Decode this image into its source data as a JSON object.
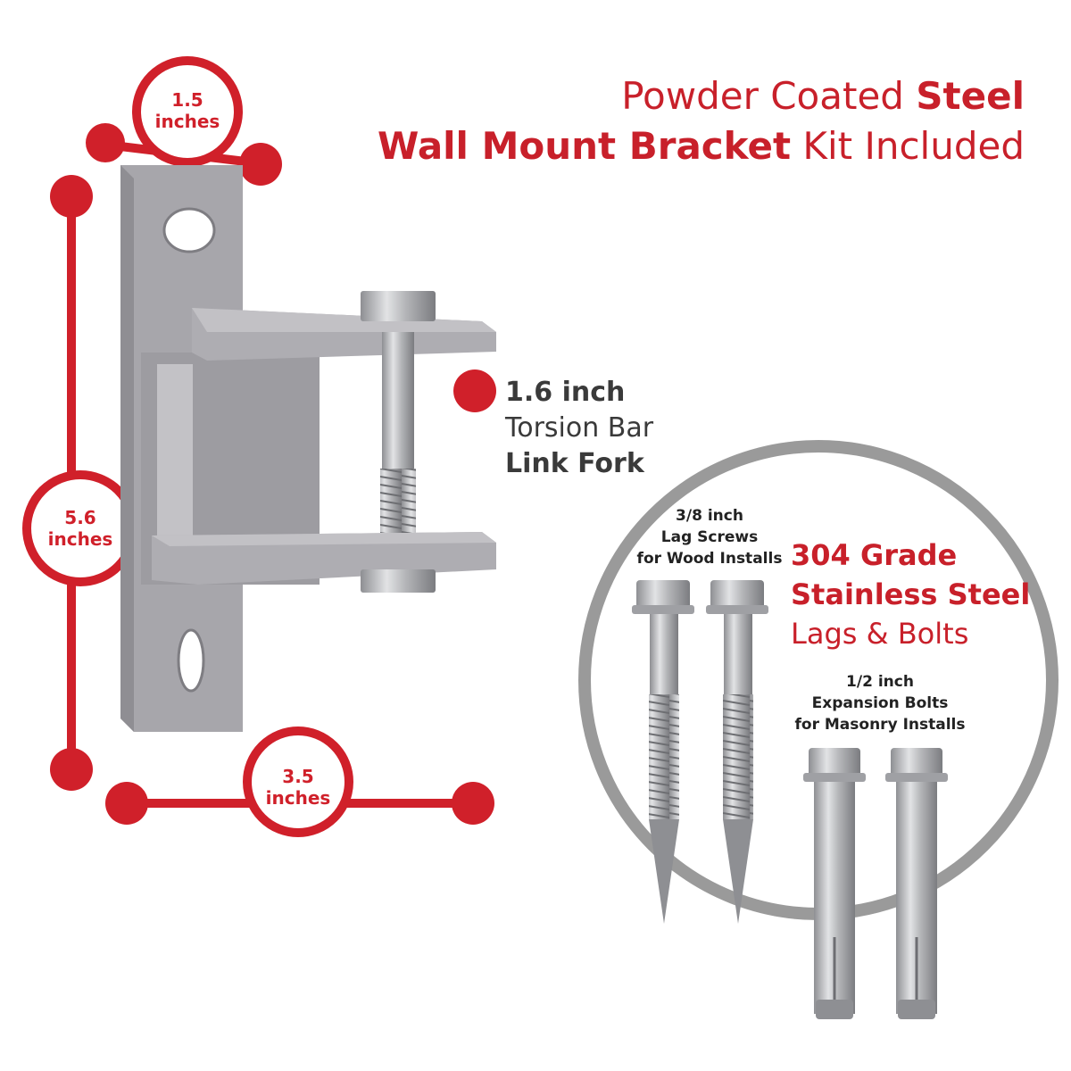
{
  "headline": {
    "line1_prefix": "Powder Coated ",
    "line1_bold": "Steel",
    "line2_bold": "Wall Mount Bracket",
    "line2_suffix": " Kit Included"
  },
  "dimensions": {
    "top": {
      "value": "1.5",
      "unit": "inches"
    },
    "left": {
      "value": "5.6",
      "unit": "inches"
    },
    "bottom": {
      "value": "3.5",
      "unit": "inches"
    }
  },
  "fork_label": {
    "size": "1.6 inch",
    "line2": "Torsion Bar",
    "line3": "Link Fork"
  },
  "lag_label": {
    "line1": "3/8 inch",
    "line2": "Lag Screws",
    "line3": "for Wood Installs"
  },
  "steel_label": {
    "line1": "304 Grade",
    "line2": "Stainless Steel",
    "line3": "Lags & Bolts"
  },
  "bolt_label": {
    "line1": "1/2 inch",
    "line2": "Expansion Bolts",
    "line3": "for Masonry Installs"
  },
  "colors": {
    "accent_red": "#d0202a",
    "bracket_gray": "#a7a6ab",
    "circle_gray": "#9a9a9a"
  }
}
